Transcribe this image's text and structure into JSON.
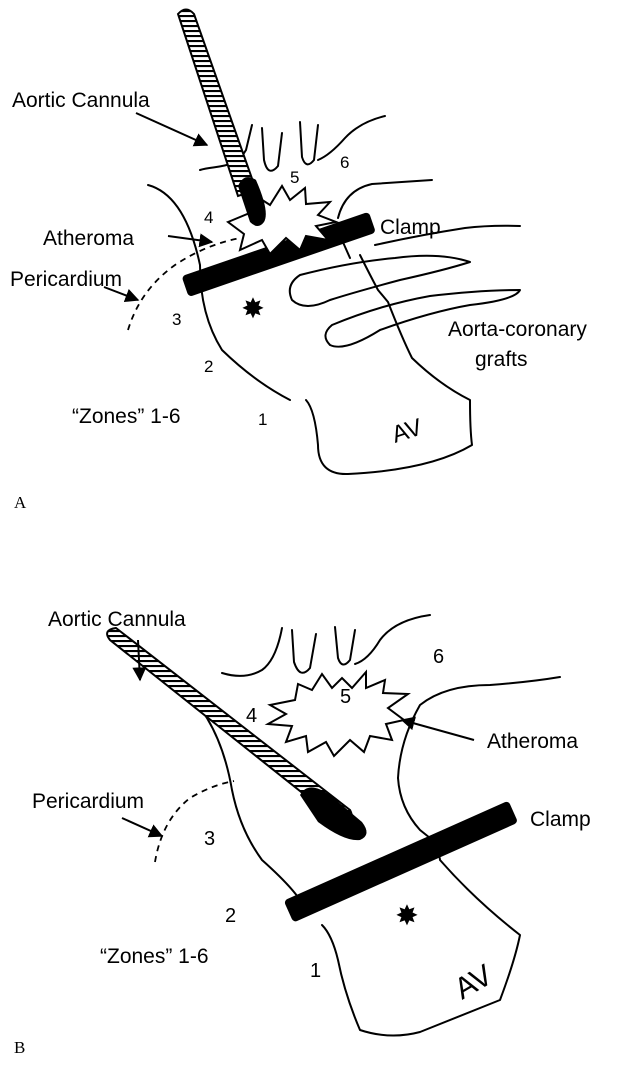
{
  "panel_a": {
    "letter": "A",
    "labels": {
      "cannula": "Aortic Cannula",
      "atheroma": "Atheroma",
      "pericardium": "Pericardium",
      "clamp": "Clamp",
      "grafts_line1": "Aorta-coronary",
      "grafts_line2": "grafts",
      "zones": "“Zones” 1-6",
      "av": "AV"
    },
    "zone_numbers": [
      "1",
      "2",
      "3",
      "4",
      "5",
      "6"
    ]
  },
  "panel_b": {
    "letter": "B",
    "labels": {
      "cannula": "Aortic Cannula",
      "atheroma": "Atheroma",
      "pericardium": "Pericardium",
      "clamp": "Clamp",
      "zones": "“Zones” 1-6",
      "av": "AV"
    },
    "zone_numbers": [
      "1",
      "2",
      "3",
      "4",
      "5",
      "6"
    ]
  }
}
